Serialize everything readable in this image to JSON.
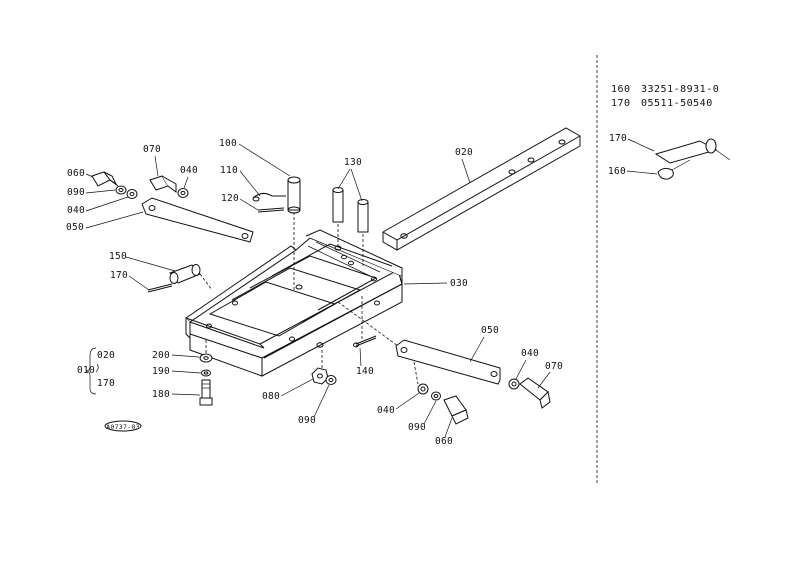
{
  "callouts": {
    "c100": "100",
    "c110": "110",
    "c120": "120",
    "c130": "130",
    "c020_bar": "020",
    "c030": "030",
    "c060_l": "060",
    "c070_l": "070",
    "c040_la": "040",
    "c090_l": "090",
    "c040_lb": "040",
    "c050_l": "050",
    "c150": "150",
    "c170_l": "170",
    "c200": "200",
    "c190": "190",
    "c180": "180",
    "c080": "080",
    "c090_m": "090",
    "c140": "140",
    "c050_r": "050",
    "c040_ra": "040",
    "c070_r": "070",
    "c040_rb": "040",
    "c090_r": "090",
    "c060_r": "060",
    "c170_side": "170",
    "c160_side": "160"
  },
  "assembly_key": {
    "parent": "010",
    "children": [
      "020",
      "170"
    ]
  },
  "stamp": "A0737-03",
  "parts_list": [
    {
      "ref": "160",
      "part_no": "33251-8931-0"
    },
    {
      "ref": "170",
      "part_no": "05511-50540"
    }
  ]
}
